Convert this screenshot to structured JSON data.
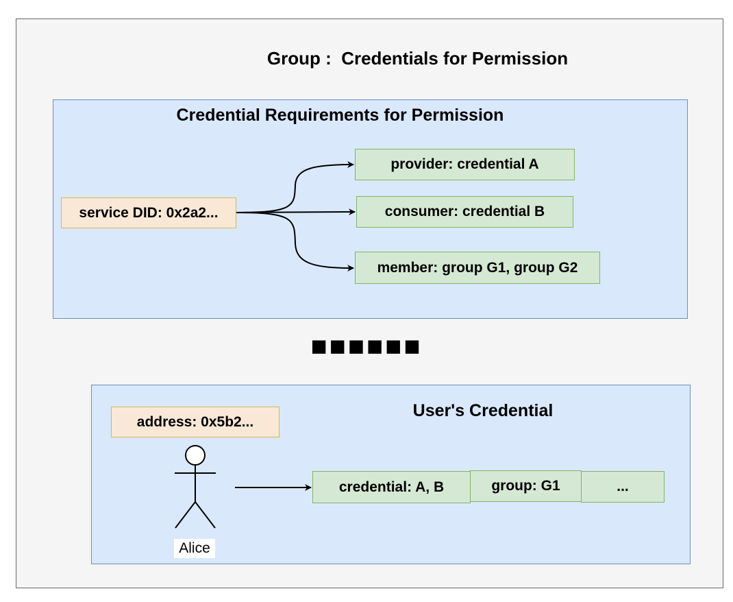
{
  "title": "Group :  Credentials for Permission",
  "requirements": {
    "heading": "Credential Requirements for Permission",
    "service": "service DID: 0x2a2...",
    "provider": "provider: credential A",
    "consumer": "consumer: credential B",
    "member": "member: group G1, group G2"
  },
  "ellipsis": "■■■■■■",
  "user": {
    "heading": "User's Credential",
    "address": "address: 0x5b2...",
    "actor_name": "Alice",
    "credential": "credential: A, B",
    "group": "group: G1",
    "more": "..."
  },
  "colors": {
    "container_fill": "#f5f5f5",
    "panel_fill": "#dae8fc",
    "panel_stroke": "#6c8ebf",
    "orange_fill": "#f9e8d6",
    "orange_stroke": "#d6b656",
    "green_fill": "#d5e8d4",
    "green_stroke": "#82b366"
  }
}
